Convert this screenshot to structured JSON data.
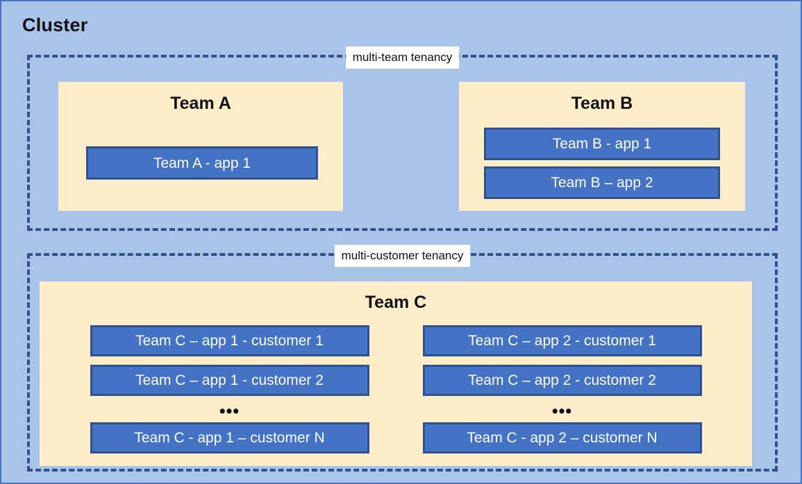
{
  "cluster": {
    "title": "Cluster",
    "background_color": "#a8c4e8",
    "border_color": "#4472c4"
  },
  "zones": [
    {
      "id": "multi-team-tenancy",
      "label": "multi-team tenancy",
      "border_color": "#2f528f",
      "label_background": "#ffffff"
    },
    {
      "id": "multi-customer-tenancy",
      "label": "multi-customer tenancy",
      "border_color": "#2f528f",
      "label_background": "#ffffff"
    }
  ],
  "teams": {
    "team_a": {
      "title": "Team A",
      "panel_color": "#fdeec9",
      "apps": [
        {
          "label": "Team A - app 1"
        }
      ]
    },
    "team_b": {
      "title": "Team B",
      "panel_color": "#fdeec9",
      "apps": [
        {
          "label": "Team B - app 1"
        },
        {
          "label": "Team B – app 2"
        }
      ]
    },
    "team_c": {
      "title": "Team C",
      "panel_color": "#fdeec9",
      "app_box_color": "#4472c4",
      "app_box_border_color": "#2f528f",
      "columns": [
        {
          "id": "app-1",
          "apps": [
            {
              "label": "Team C – app 1 - customer 1"
            },
            {
              "label": "Team C – app 1 - customer 2"
            }
          ],
          "ellipsis": "•••",
          "tail_app": {
            "label": "Team C - app 1 – customer N"
          }
        },
        {
          "id": "app-2",
          "apps": [
            {
              "label": "Team C – app 2 - customer 1"
            },
            {
              "label": "Team C – app 2 - customer 2"
            }
          ],
          "ellipsis": "•••",
          "tail_app": {
            "label": "Team C - app 2 – customer N"
          }
        }
      ]
    }
  }
}
